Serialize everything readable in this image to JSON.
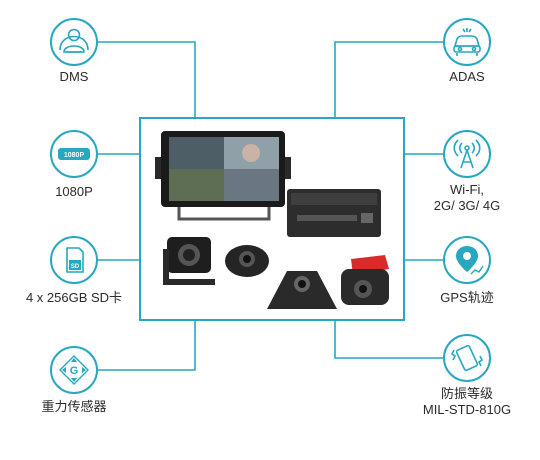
{
  "features": {
    "dms": {
      "label": "DMS",
      "icon": "driver-monitor-icon"
    },
    "p1080": {
      "label": "1080P",
      "icon": "1080p-chip-icon"
    },
    "sd": {
      "label": "4 x 256GB SD卡",
      "icon": "sd-card-icon"
    },
    "gsensor": {
      "label": "重力传感器",
      "icon": "g-sensor-icon"
    },
    "adas": {
      "label": "ADAS",
      "icon": "car-collision-icon"
    },
    "wifi": {
      "label_line1": "Wi-Fi,",
      "label_line2": "2G/ 3G/ 4G",
      "icon": "antenna-icon"
    },
    "gps": {
      "label": "GPS轨迹",
      "icon": "gps-pin-icon"
    },
    "shock": {
      "label_line1": "防振等级",
      "label_line2": "MIL-STD-810G",
      "icon": "vibrating-phone-icon"
    }
  },
  "chip_text": "1080P",
  "sd_text": "SD",
  "g_text": "G",
  "colors": {
    "accent": "#27a7c0",
    "text": "#2b2b2b"
  }
}
